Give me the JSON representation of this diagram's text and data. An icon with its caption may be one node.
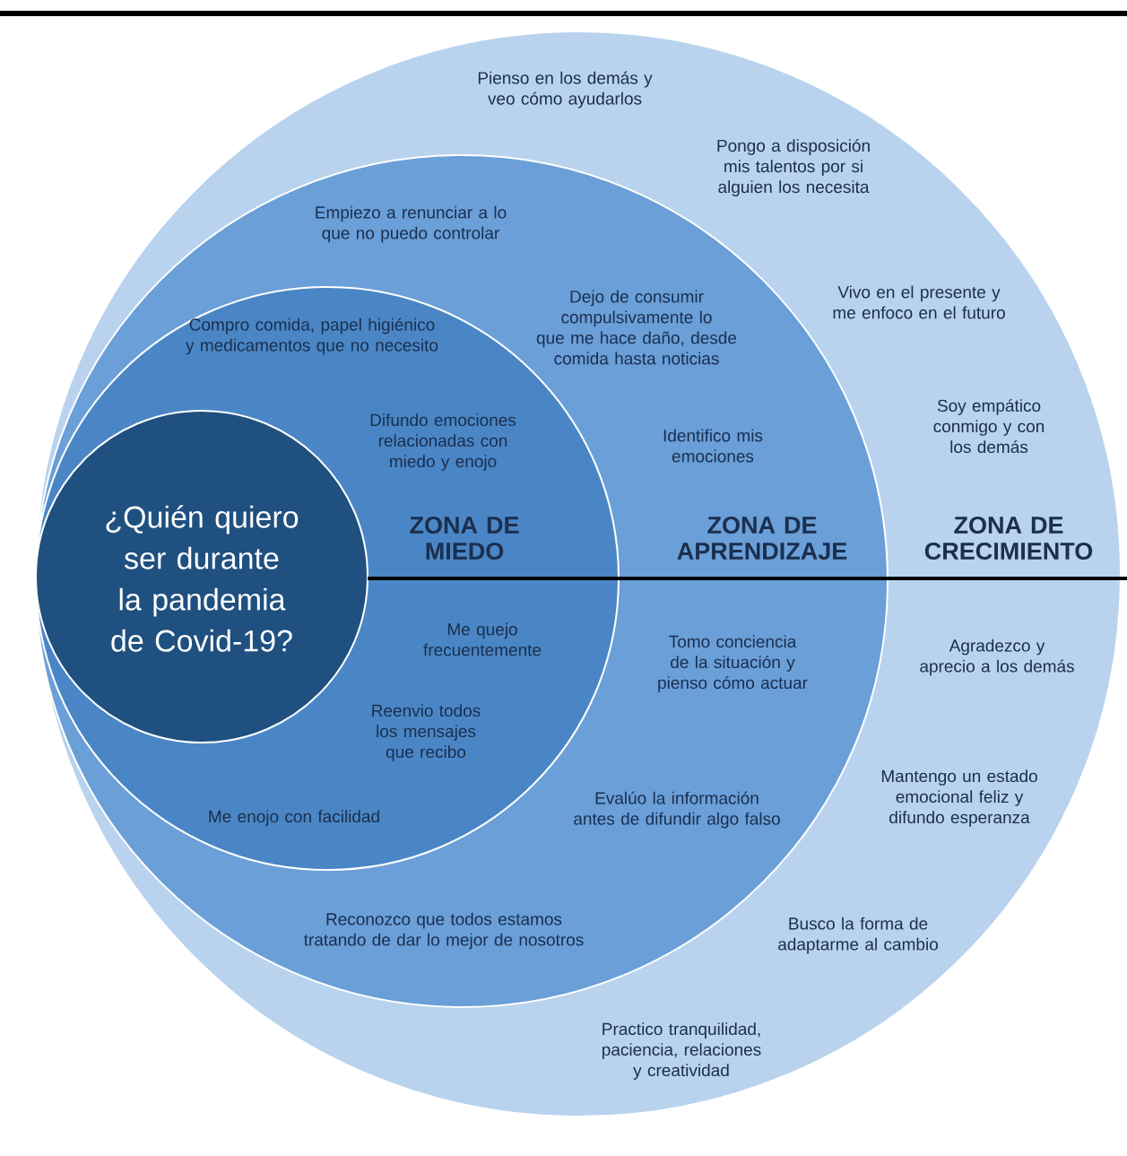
{
  "diagram": {
    "nodes": [
      {
        "text": [
          "Pienso en los demás y veo cómo ayudarlos",
          "Pongo a disposición mis talentos por si alguien los necesita",
          "Vivo en el presente y me enfoco en el futuro",
          "Soy empático conmigo y con los demás",
          "ZONA DE CRECIMIENTO",
          "Agradezco y aprecio a los demás",
          "Mantengo un estado emocional feliz y difundo esperanza",
          "Busco la forma de adaptarme al cambio",
          "Practico tranquilidad, paciencia, relaciones y creatividad"
        ]
      },
      {
        "text": [
          "Empiezo a renunciar a lo que no puedo controlar",
          "Dejo de consumir compulsivamente lo que me hace daño, desde comida hasta noticias",
          "Identifico mis emociones",
          "ZONA DE APRENDIZAJE",
          "Tomo conciencia de la situación y pienso cómo actuar",
          "Evalúo la información antes de difundir algo falso",
          "Reconozco que todos estamos tratando de dar lo mejor de nosotros"
        ],
        "in": 0
      },
      {
        "text": [
          "Compro comida, papel higiénico y medicamentos que no necesito",
          "Difundo emociones relacionadas con miedo y enojo",
          "ZONA DE MIEDO",
          "Me quejo frecuentemente",
          "Reenvio todos los mensajes que recibo",
          "Me enojo con facilidad"
        ],
        "in": 1
      },
      {
        "text": [
          "¿Quién quiero ser durante la pandemia de Covid-19?"
        ],
        "in": 2
      }
    ]
  }
}
